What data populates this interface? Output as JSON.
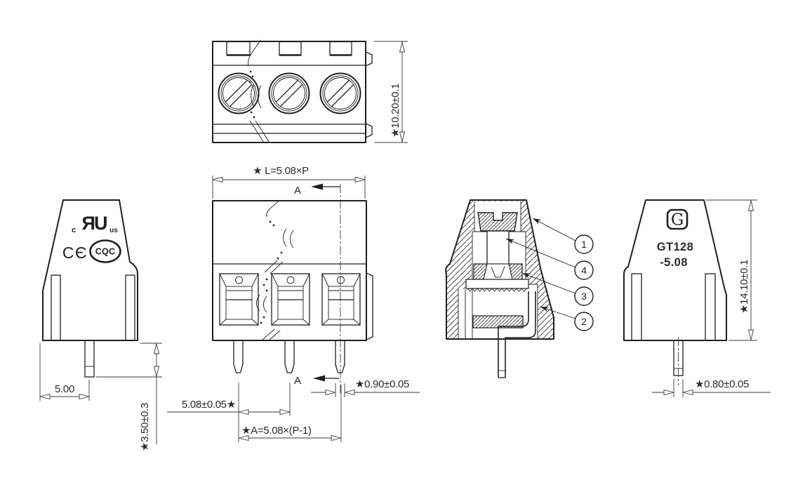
{
  "drawing": {
    "top_view": {
      "height_dim": "★10.20±0.1"
    },
    "front_view": {
      "length_formula": "★ L=5.08×P",
      "section_letter_top": "A",
      "section_letter_bottom": "A",
      "pitch_dim": "5.08±0.05★",
      "span_formula": "★A=5.08×(P-1)",
      "pin_width_dim": "★0.90±0.05"
    },
    "left_view": {
      "lead_length_dim": "5.00",
      "pin_length_dim": "★3.50±0.3",
      "ul_c": "c",
      "ul_mark": "ЯU",
      "ul_us": "us",
      "ce_mark": "CЄ",
      "cqc_mark": "CQC"
    },
    "section_view": {
      "balloons": [
        "1",
        "4",
        "3",
        "2"
      ]
    },
    "right_view": {
      "brand_letter": "G",
      "model_line1": "GT128",
      "model_line2": "-5.08",
      "height_dim": "★14.10±0.1",
      "pin_thickness_dim": "★0.80±0.05"
    }
  },
  "colors": {
    "line": "#1f1f1f",
    "background": "#ffffff"
  }
}
